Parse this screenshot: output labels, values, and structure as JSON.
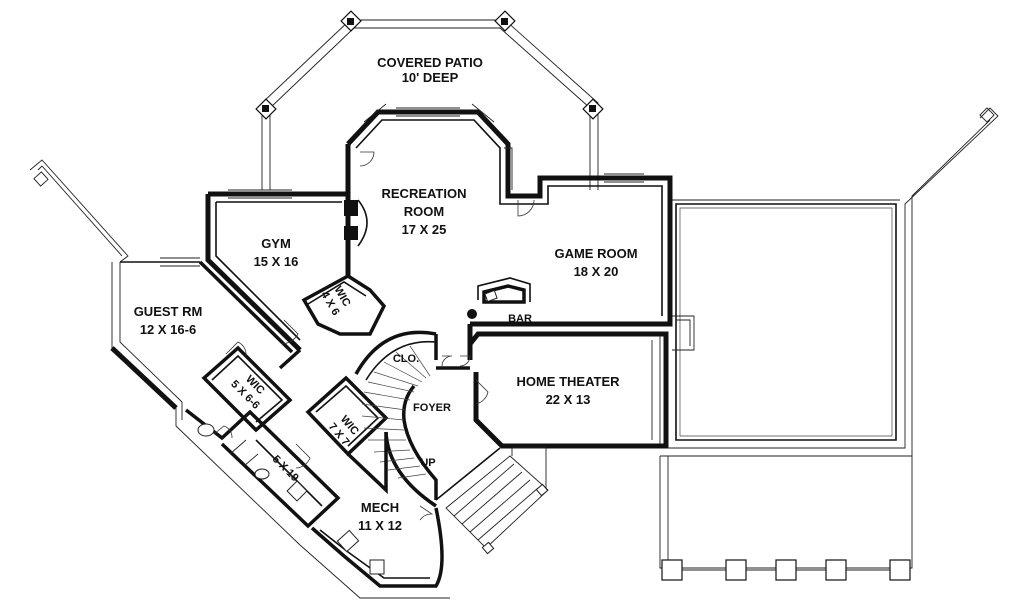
{
  "rooms": {
    "covered_patio": {
      "name": "COVERED PATIO",
      "size": "10' DEEP"
    },
    "recreation_room": {
      "name_line1": "RECREATION",
      "name_line2": "ROOM",
      "size": "17 X 25"
    },
    "gym": {
      "name": "GYM",
      "size": "15 X 16"
    },
    "game_room": {
      "name": "GAME ROOM",
      "size": "18 X 20"
    },
    "guest_rm": {
      "name": "GUEST RM",
      "size": "12 X 16-6"
    },
    "wic_gym": {
      "name": "WIC",
      "size": "4 X 6"
    },
    "bar": {
      "name": "BAR"
    },
    "clo": {
      "name": "CLO."
    },
    "home_theater": {
      "name": "HOME THEATER",
      "size": "22 X 13"
    },
    "wic_guest": {
      "name": "WIC",
      "size": "5 X 6-6"
    },
    "foyer": {
      "name": "FOYER"
    },
    "wic_foyer": {
      "name": "WIC",
      "size": "7 X 7"
    },
    "up": {
      "name": "UP"
    },
    "bath": {
      "size": "5 X 19"
    },
    "mech": {
      "name": "MECH",
      "size": "11 X 12"
    }
  }
}
